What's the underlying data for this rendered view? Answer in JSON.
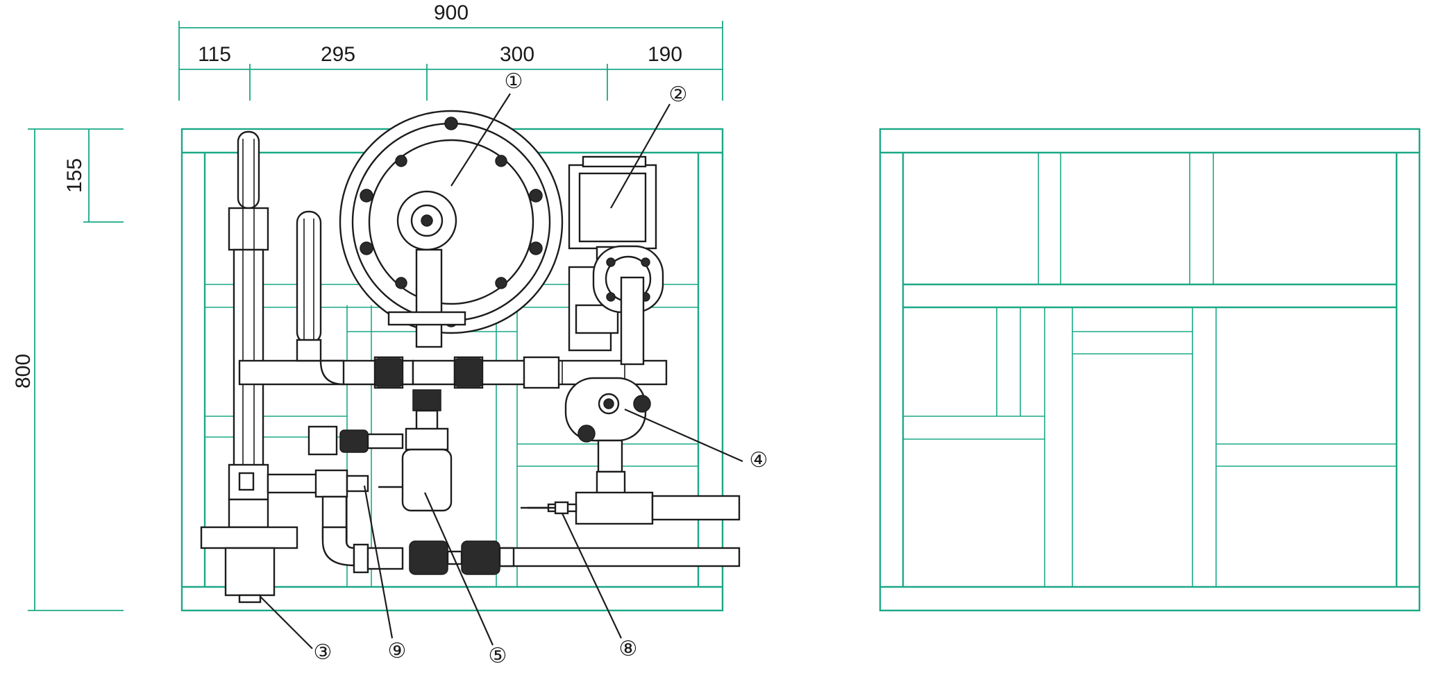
{
  "dimensions": {
    "overall_width": "900",
    "segment_1": "115",
    "segment_2": "295",
    "segment_3": "300",
    "segment_4": "190",
    "top_offset": "155",
    "overall_height": "800"
  },
  "callouts": {
    "c1": "①",
    "c2": "②",
    "c3": "③",
    "c4": "④",
    "c5": "⑤",
    "c8": "⑧",
    "c9": "⑨"
  },
  "colors": {
    "frame": "#1aa886",
    "ink": "#1c1c1c"
  }
}
